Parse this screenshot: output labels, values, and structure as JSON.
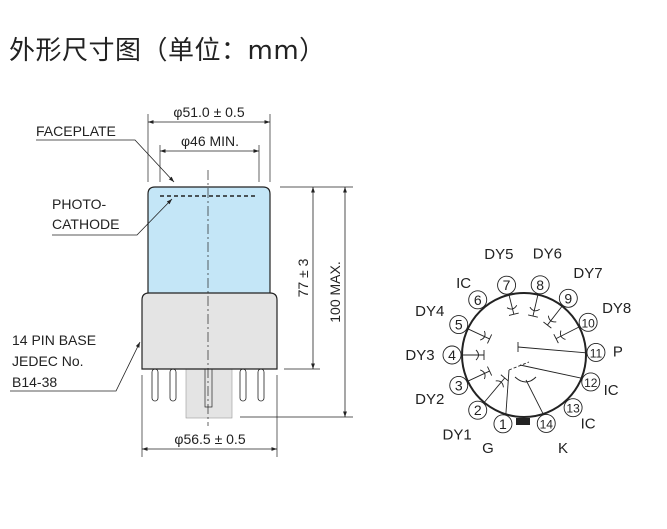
{
  "title": "外形尺寸图（单位：mm）",
  "outline": {
    "labels": {
      "faceplate": "FACEPLATE",
      "photocathode_1": "PHOTO-",
      "photocathode_2": "CATHODE",
      "base_1": "14 PIN BASE",
      "base_2": "JEDEC No.",
      "base_3": "B14-38"
    },
    "dimensions": {
      "outer_diameter": "φ51.0 ± 0.5",
      "cathode_diameter": "φ46 MIN.",
      "base_diameter": "φ56.5 ± 0.5",
      "body_length": "77 ± 3",
      "total_length": "100 MAX."
    },
    "colors": {
      "faceplate": "#c4e6f7",
      "base": "#e4e4e4",
      "line": "#222222"
    }
  },
  "base_diagram": {
    "pins": [
      {
        "number": "1",
        "name": "G"
      },
      {
        "number": "2",
        "name": "DY1"
      },
      {
        "number": "3",
        "name": "DY2"
      },
      {
        "number": "4",
        "name": "DY3"
      },
      {
        "number": "5",
        "name": "DY4"
      },
      {
        "number": "6",
        "name": "IC"
      },
      {
        "number": "7",
        "name": "DY5"
      },
      {
        "number": "8",
        "name": "DY6"
      },
      {
        "number": "9",
        "name": "DY7"
      },
      {
        "number": "10",
        "name": "DY8"
      },
      {
        "number": "11",
        "name": "P"
      },
      {
        "number": "12",
        "name": "IC"
      },
      {
        "number": "13",
        "name": "IC"
      },
      {
        "number": "14",
        "name": "K"
      }
    ]
  }
}
